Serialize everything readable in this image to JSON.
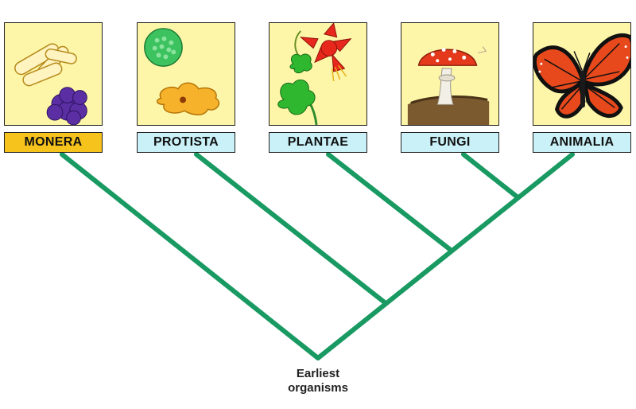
{
  "kingdoms": [
    {
      "label": "MONERA",
      "image": "bacteria-icon"
    },
    {
      "label": "PROTISTA",
      "image": "protist-icon"
    },
    {
      "label": "PLANTAE",
      "image": "flower-icon"
    },
    {
      "label": "FUNGI",
      "image": "mushroom-icon"
    },
    {
      "label": "ANIMALIA",
      "image": "butterfly-icon"
    }
  ],
  "root": {
    "line1": "Earliest",
    "line2": "organisms"
  },
  "colors": {
    "branch": "#199a62",
    "panel_bg": "#fdf6a8",
    "monera_label_bg": "#f6c21c",
    "other_label_bg": "#c9f1f7"
  }
}
